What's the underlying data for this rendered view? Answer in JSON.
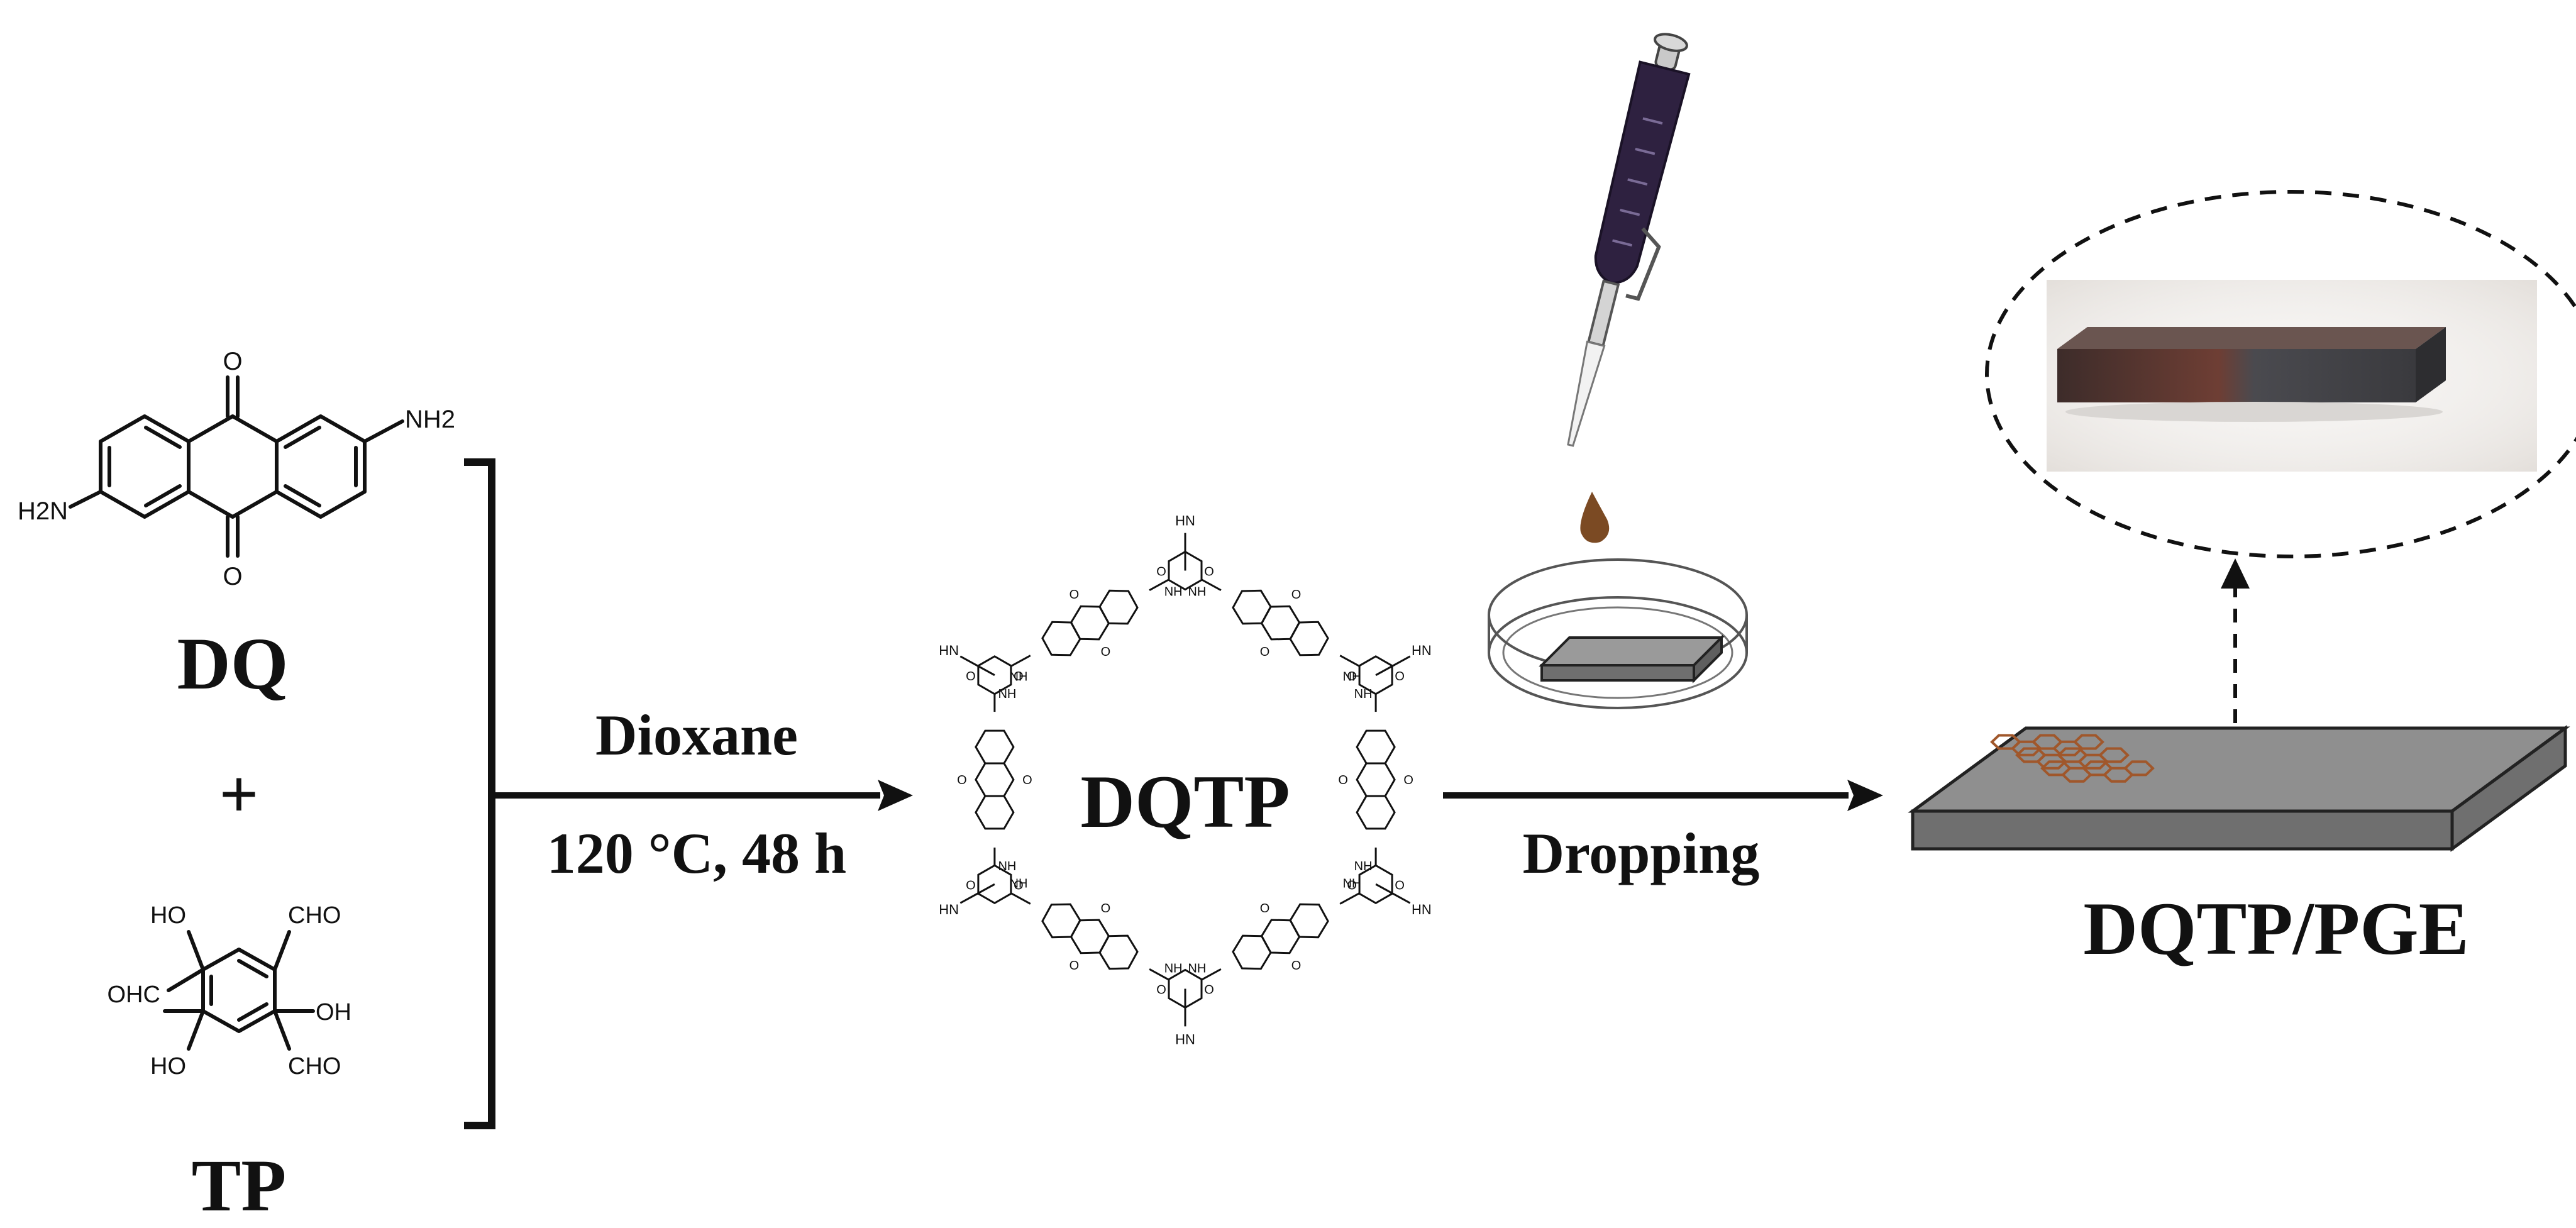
{
  "reactants": {
    "dq": {
      "name": "DQ",
      "groups": {
        "oxygen_top": "O",
        "oxygen_bottom": "O",
        "amine_right": "NH2",
        "amine_left": "H2N"
      }
    },
    "plus": "+",
    "tp": {
      "name": "TP",
      "groups": {
        "top_left": "HO",
        "top_right": "CHO",
        "left": "OHC",
        "right": "OH",
        "bottom_left": "HO",
        "bottom_right": "CHO"
      }
    }
  },
  "step1": {
    "solvent": "Dioxane",
    "conditions": "120 °C, 48 h"
  },
  "framework": {
    "name": "DQTP",
    "linker_label": "NH",
    "carbonyl_label": "O",
    "terminal_label": "HN"
  },
  "step2": {
    "label": "Dropping"
  },
  "product": {
    "name": "DQTP/PGE"
  },
  "colors": {
    "pipette_body": "#2e2140",
    "droplet": "#7b4a23",
    "electrode_top": "#8f8f8f",
    "electrode_side": "#6f6f6f",
    "honeycomb": "#a0572b"
  }
}
